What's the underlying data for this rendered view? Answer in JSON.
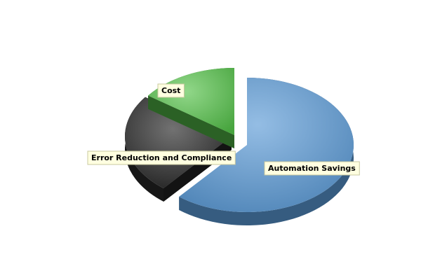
{
  "chart_data": {
    "type": "pie",
    "title": "",
    "three_d": true,
    "exploded": true,
    "slices": [
      {
        "name": "Automation Savings",
        "value": 61,
        "color": "#5a9ad6"
      },
      {
        "name": "Error Reduction and Compliance",
        "value": 24,
        "color": "#262626"
      },
      {
        "name": "Cost",
        "value": 15,
        "color": "#55c24a"
      }
    ],
    "label_style": {
      "background": "#ffffe0",
      "border": "#c8c8a0"
    }
  }
}
